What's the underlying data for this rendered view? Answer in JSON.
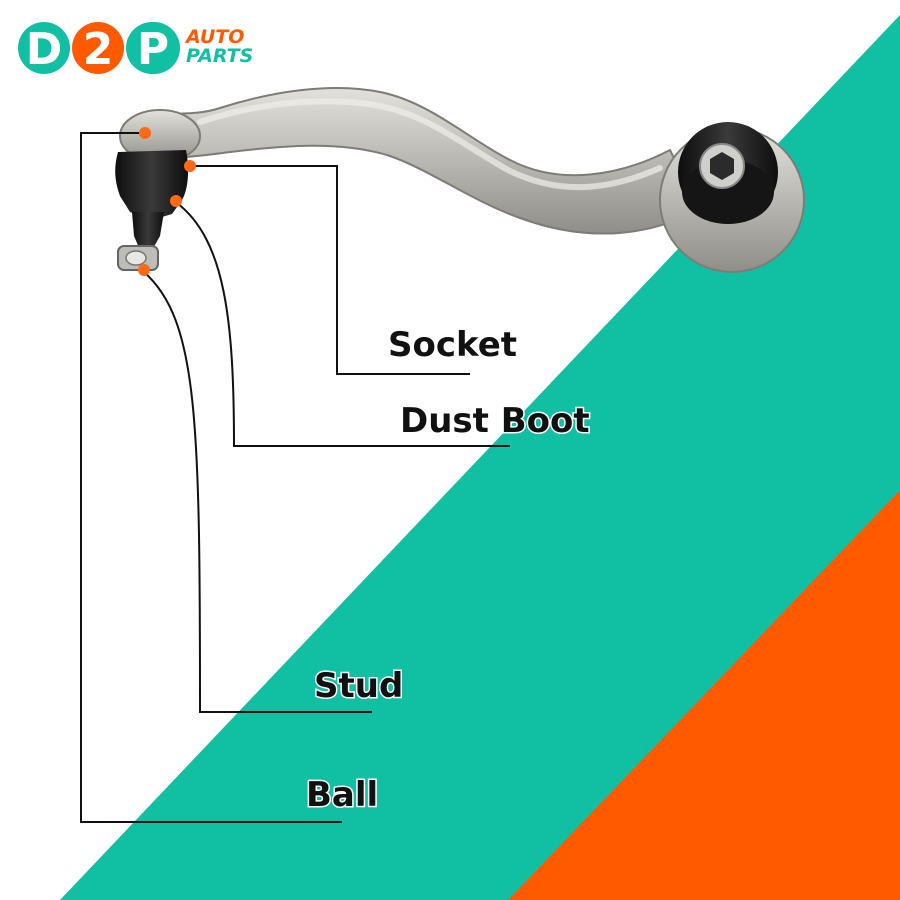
{
  "logo": {
    "letter_1": "D",
    "letter_2": "2",
    "letter_3": "P",
    "word_1": "AUTO",
    "word_2": "PARTS"
  },
  "labels": {
    "socket": "Socket",
    "dust_boot": "Dust Boot",
    "stud": "Stud",
    "ball": "Ball"
  },
  "colors": {
    "background": "#ffffff",
    "teal": "#11bfa2",
    "orange": "#ff5a00",
    "marker": "#ff6a14",
    "line": "#111111",
    "metal": "#b9b8b2",
    "rubber": "#1a1a1a"
  }
}
